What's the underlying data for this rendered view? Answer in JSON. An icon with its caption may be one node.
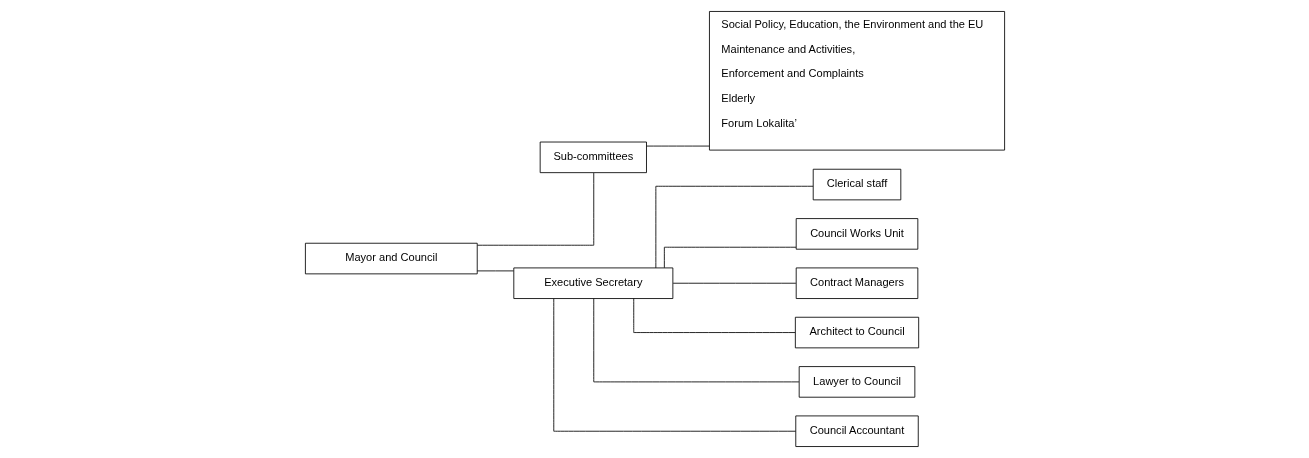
{
  "diagram": {
    "nodes": [
      {
        "text": [
          "Mayor and Council"
        ]
      },
      {
        "text": [
          "Sub-committees"
        ]
      },
      {
        "text": [
          "Executive Secretary"
        ]
      },
      {
        "text": [
          "Social Policy, Education, the Environment and the EU",
          "Maintenance and Activities,",
          "Enforcement and Complaints",
          "Elderly",
          "Forum Lokalita’"
        ]
      },
      {
        "text": [
          "Clerical staff"
        ]
      },
      {
        "text": [
          "Council Works Unit"
        ]
      },
      {
        "text": [
          "Contract Managers"
        ]
      },
      {
        "text": [
          "Architect to Council"
        ]
      },
      {
        "text": [
          "Lawyer to Council"
        ]
      },
      {
        "text": [
          "Council Accountant"
        ]
      }
    ],
    "edges": [
      {
        "from": 0,
        "to": 2,
        "arrow": "none"
      },
      {
        "from": 0,
        "to": 1,
        "arrow": "none"
      },
      {
        "from": 1,
        "to": 3,
        "arrow": "none"
      },
      {
        "from": 2,
        "to": 4,
        "arrow": "none"
      },
      {
        "from": 2,
        "to": 5,
        "arrow": "none"
      },
      {
        "from": 2,
        "to": 6,
        "arrow": "none"
      },
      {
        "from": 2,
        "to": 7,
        "arrow": "none"
      },
      {
        "from": 2,
        "to": 8,
        "arrow": "none"
      },
      {
        "from": 2,
        "to": 9,
        "arrow": "none"
      }
    ]
  }
}
